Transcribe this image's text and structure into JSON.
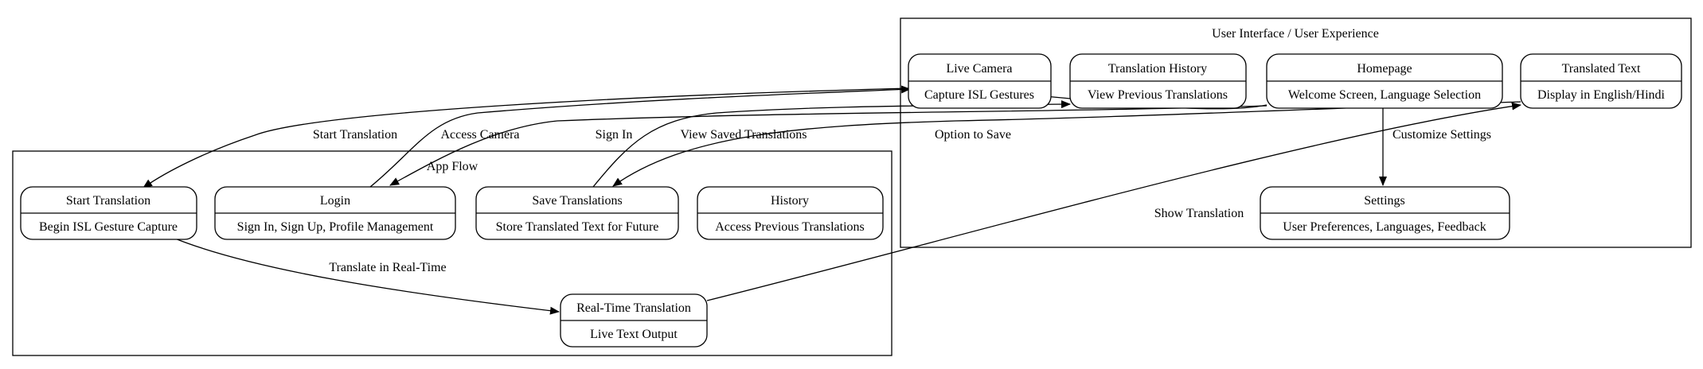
{
  "colors": {
    "stroke": "#000000",
    "background": "#ffffff",
    "text": "#000000"
  },
  "clusters": {
    "ui": {
      "label": "User Interface / User Experience"
    },
    "app": {
      "label": "App Flow"
    }
  },
  "nodes": {
    "live_camera": {
      "title": "Live Camera",
      "subtitle": "Capture ISL Gestures"
    },
    "translation_history": {
      "title": "Translation History",
      "subtitle": "View Previous Translations"
    },
    "homepage": {
      "title": "Homepage",
      "subtitle": "Welcome Screen, Language Selection"
    },
    "translated_text": {
      "title": "Translated Text",
      "subtitle": "Display in English/Hindi"
    },
    "settings": {
      "title": "Settings",
      "subtitle": "User Preferences, Languages, Feedback"
    },
    "start_translation": {
      "title": "Start Translation",
      "subtitle": "Begin ISL Gesture Capture"
    },
    "login": {
      "title": "Login",
      "subtitle": "Sign In, Sign Up, Profile Management"
    },
    "save_translations": {
      "title": "Save Translations",
      "subtitle": "Store Translated Text for Future"
    },
    "history": {
      "title": "History",
      "subtitle": "Access Previous Translations"
    },
    "realtime_translation": {
      "title": "Real-Time Translation",
      "subtitle": "Live Text Output"
    }
  },
  "edges": {
    "start_translation": "Start Translation",
    "access_camera": "Access Camera",
    "sign_in": "Sign In",
    "view_saved": "View Saved Translations",
    "option_to_save": "Option to Save",
    "customize_settings": "Customize Settings",
    "show_translation": "Show Translation",
    "translate_realtime": "Translate in Real-Time"
  }
}
